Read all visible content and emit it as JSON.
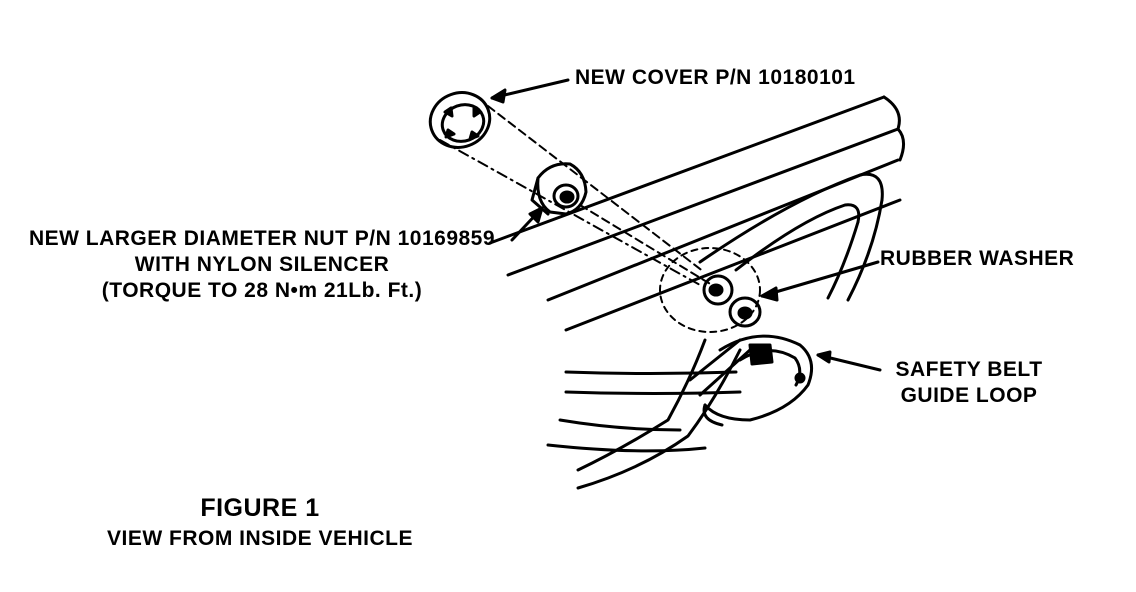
{
  "labels": {
    "cover": "NEW COVER P/N 10180101",
    "nut_line1": "NEW LARGER DIAMETER NUT P/N 10169859",
    "nut_line2": "WITH NYLON SILENCER",
    "nut_line3": "(TORQUE TO 28 N•m 21Lb. Ft.)",
    "washer": "RUBBER WASHER",
    "belt_line1": "SAFETY BELT",
    "belt_line2": "GUIDE LOOP"
  },
  "figure": {
    "title": "FIGURE 1",
    "subtitle": "VIEW FROM INSIDE VEHICLE"
  },
  "colors": {
    "ink": "#000000",
    "paper": "#ffffff"
  }
}
